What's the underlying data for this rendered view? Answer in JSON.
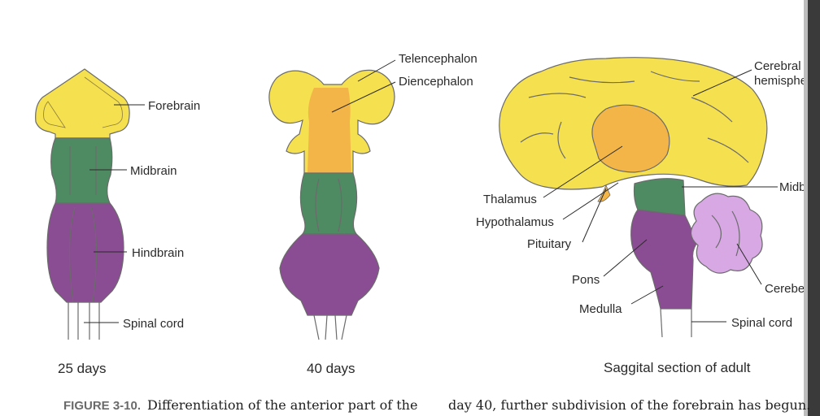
{
  "labels": {
    "forebrain": "Forebrain",
    "midbrain": "Midbrain",
    "hindbrain": "Hindbrain",
    "spinal_cord_25": "Spinal cord",
    "telencephalon": "Telencephalon",
    "diencephalon": "Diencephalon",
    "cerebral_1": "Cerebral",
    "cerebral_2": "hemisphere",
    "midbrain_adult": "Midbrain",
    "thalamus": "Thalamus",
    "hypothalamus": "Hypothalamus",
    "pituitary": "Pituitary",
    "pons": "Pons",
    "cerebellum": "Cerebellum",
    "medulla": "Medulla",
    "spinal_cord_adult": "Spinal cord"
  },
  "captions": {
    "day25": "25 days",
    "day40": "40 days",
    "adult": "Saggital section of adult"
  },
  "figure": {
    "number": "FIGURE 3-10.",
    "text_left": "Differentiation of the anterior part of the",
    "text_right": "day 40, further subdivision of the forebrain has begun."
  },
  "colors": {
    "forebrain": "#f5e04f",
    "diencephalon": "#f3b548",
    "midbrain": "#4e8a62",
    "hindbrain": "#8a4c92",
    "cerebellum": "#d7a8e4",
    "outline": "#6b6b6b"
  }
}
